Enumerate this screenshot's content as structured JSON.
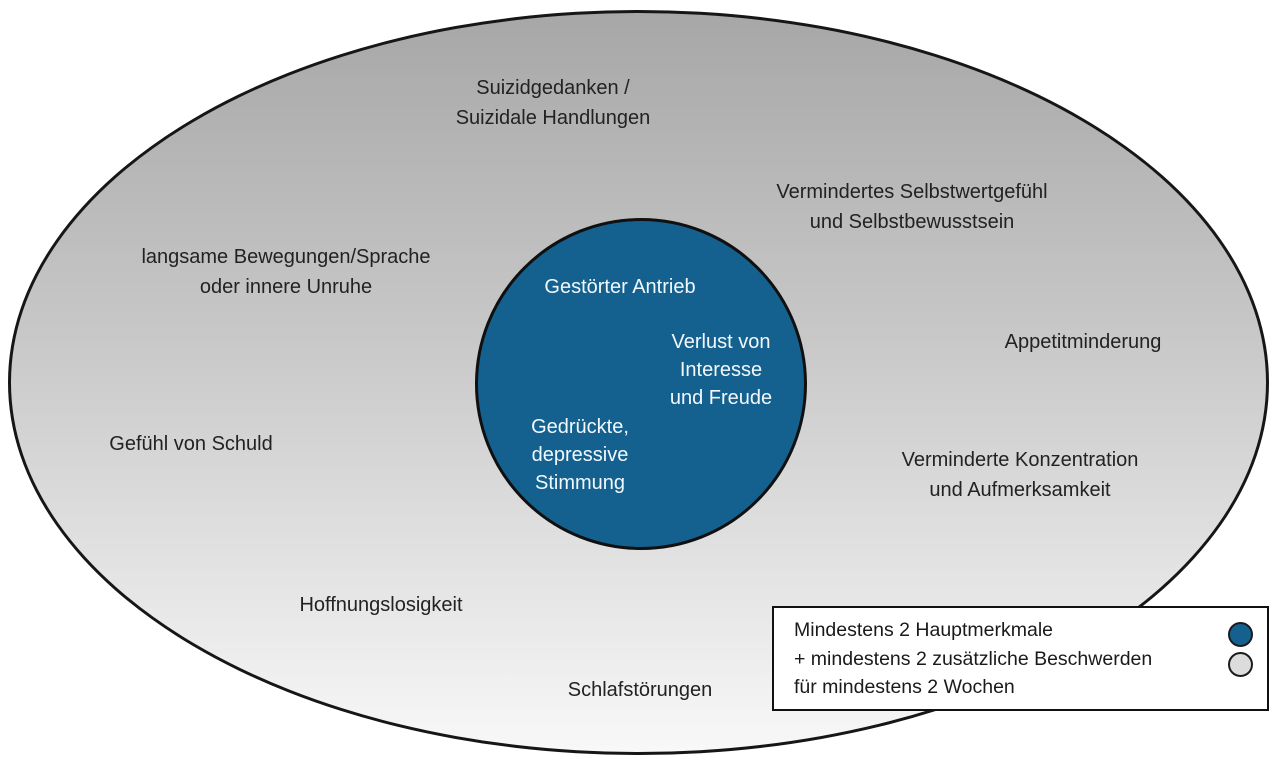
{
  "diagram": {
    "type": "euler-diagram",
    "topic": "Depression symptom criteria (ICD-10 style)",
    "colors": {
      "core_blue": "#14618f",
      "ellipse_gradient_top": "#a7a7a7",
      "ellipse_gradient_bottom": "#f8f8f8",
      "outline": "#161616",
      "text_dark": "#222222",
      "text_light": "#f2f8fc",
      "legend_additional_gray": "#dcdcdc",
      "background": "#ffffff"
    },
    "core_symptoms": {
      "antrieb": "Gestörter Antrieb",
      "verlust": "Verlust von\nInteresse\nund Freude",
      "stimmung": "Gedrückte,\ndepressive\nStimmung"
    },
    "additional_symptoms": {
      "suizid": "Suizidgedanken /\nSuizidale Handlungen",
      "selbstwert": "Vermindertes Selbstwertgefühl\nund Selbstbewusstsein",
      "bewegungen": "langsame Bewegungen/Sprache\noder innere Unruhe",
      "appetit": "Appetitminderung",
      "schuld": "Gefühl von Schuld",
      "konzentration": "Verminderte Konzentration\nund Aufmerksamkeit",
      "hoffnung": "Hoffnungslosigkeit",
      "schlaf": "Schlafstörungen"
    },
    "legend": {
      "line1": "Mindestens 2 Hauptmerkmale",
      "line2": "+ mindestens 2 zusätzliche Beschwerden",
      "line3": "für mindestens 2 Wochen",
      "marker_core": "blue-filled-circle",
      "marker_additional": "gray-filled-circle"
    }
  }
}
